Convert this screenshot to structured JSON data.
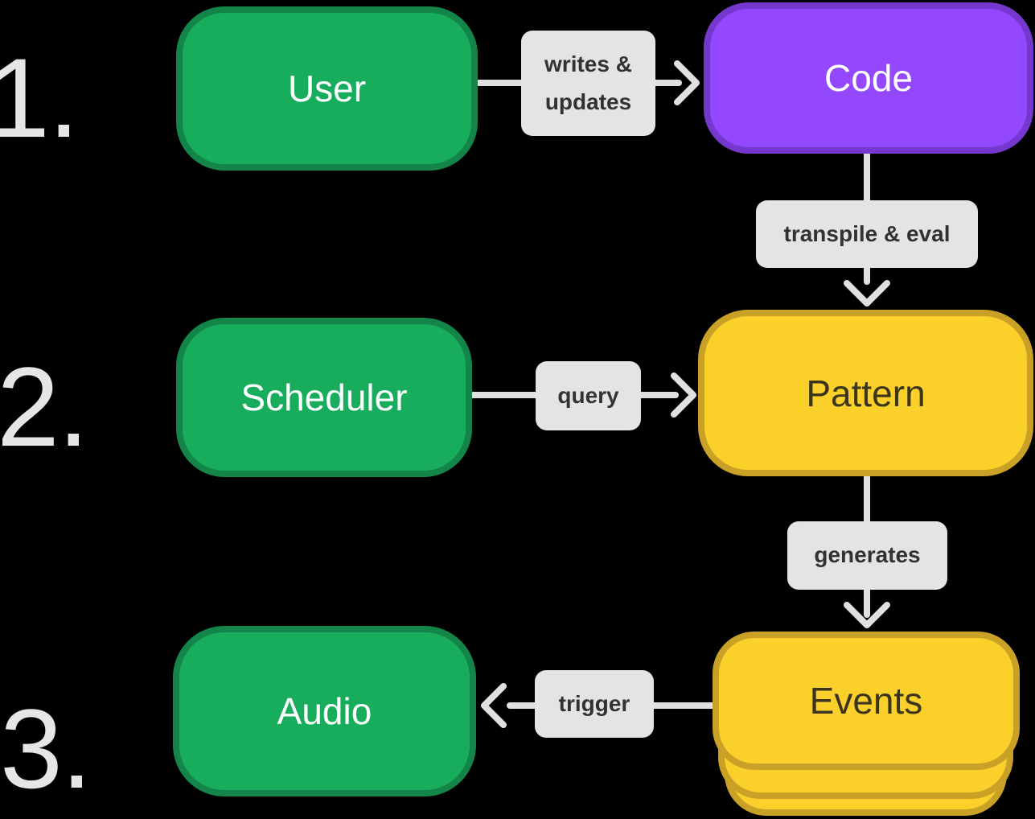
{
  "diagram": {
    "background": "#000000",
    "number_color": "#E6E6E6",
    "arrow_color": "#E0E0E0",
    "label_style": {
      "bg": "#E4E4E4",
      "text": "#323232"
    },
    "steps": [
      {
        "number": "1."
      },
      {
        "number": "2."
      },
      {
        "number": "3."
      }
    ],
    "nodes": [
      {
        "id": "user",
        "label": "User",
        "fill": "#17AD5D",
        "border": "#148549",
        "text_color": "#FFFFFF"
      },
      {
        "id": "code",
        "label": "Code",
        "fill": "#9448FE",
        "border": "#7637CE",
        "text_color": "#FFFFFF"
      },
      {
        "id": "scheduler",
        "label": "Scheduler",
        "fill": "#17AD5D",
        "border": "#148549",
        "text_color": "#FFFFFF"
      },
      {
        "id": "pattern",
        "label": "Pattern",
        "fill": "#FCD02B",
        "border": "#C9A127",
        "text_color": "#3B351C"
      },
      {
        "id": "audio",
        "label": "Audio",
        "fill": "#17AD5D",
        "border": "#148549",
        "text_color": "#FFFFFF"
      },
      {
        "id": "events",
        "label": "Events",
        "fill": "#FCD02B",
        "border": "#C9A127",
        "text_color": "#3B351C",
        "stacked": true
      }
    ],
    "edges": [
      {
        "from": "user",
        "to": "code",
        "label": "writes & updates"
      },
      {
        "from": "code",
        "to": "pattern",
        "label": "transpile & eval"
      },
      {
        "from": "scheduler",
        "to": "pattern",
        "label": "query"
      },
      {
        "from": "pattern",
        "to": "events",
        "label": "generates"
      },
      {
        "from": "events",
        "to": "audio",
        "label": "trigger"
      }
    ]
  }
}
